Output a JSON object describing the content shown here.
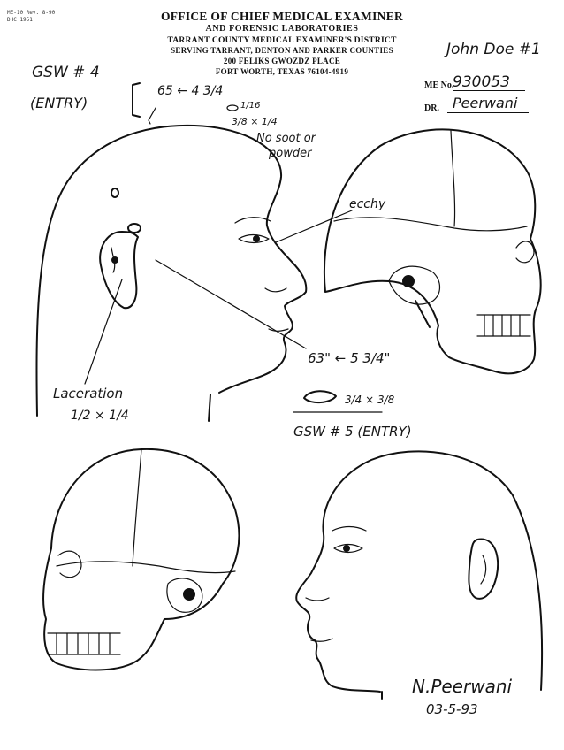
{
  "form": {
    "code_line1": "ME-10    Rev. 8-90",
    "code_line2": "DHC 1951"
  },
  "header": {
    "line1": "OFFICE OF CHIEF MEDICAL EXAMINER",
    "line2": "AND FORENSIC LABORATORIES",
    "line3": "TARRANT COUNTY MEDICAL EXAMINER'S DISTRICT",
    "line4": "SERVING TARRANT, DENTON AND PARKER COUNTIES",
    "line5": "200 FELIKS GWOZDZ PLACE",
    "line6": "FORT WORTH, TEXAS   76104-4919"
  },
  "case": {
    "name": "John Doe #1",
    "me_label": "ME No.",
    "me_number": "930053",
    "dr_label": "DR.",
    "doctor": "Peerwani"
  },
  "annotations": {
    "gsw4_label": "GSW # 4",
    "gsw4_entry": "(ENTRY)",
    "gsw4_position": "65 ← 4 3/4",
    "gsw4_size1": "1/16",
    "gsw4_size2": "3/8 × 1/4",
    "no_soot_1": "No soot or",
    "no_soot_2": "powder",
    "ecchy": "ecchy",
    "gsw5_position": "63\" ← 5 3/4\"",
    "gsw5_size": "3/4 × 3/8",
    "gsw5_label": "GSW # 5  (ENTRY)",
    "laceration_1": "Laceration",
    "laceration_2": "1/2 × 1/4",
    "signature": "N.Peerwani",
    "date": "03-5-93"
  },
  "colors": {
    "ink": "#111111",
    "paper": "#ffffff"
  }
}
